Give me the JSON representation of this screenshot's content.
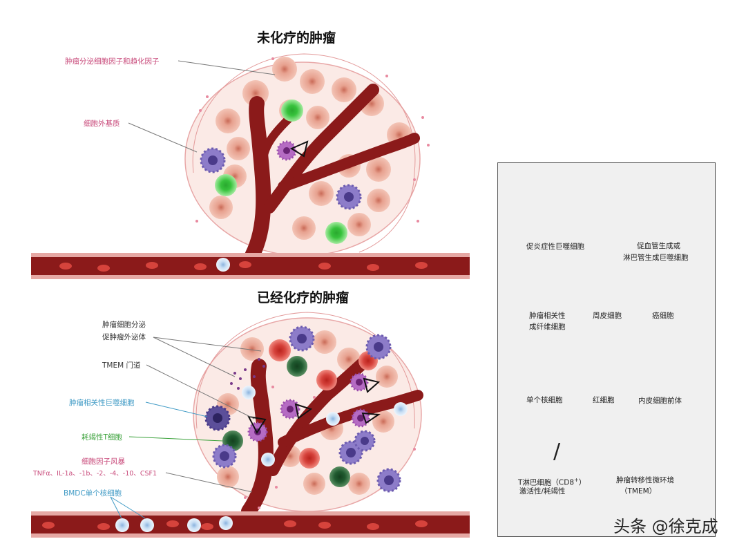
{
  "top": {
    "title": "未化疗的肿瘤",
    "labels": {
      "secreted_factors": "肿瘤分泌细胞因子和趋化因子",
      "ecm": "细胞外基质"
    }
  },
  "bottom": {
    "title": "已经化疗的肿瘤",
    "labels": {
      "exosome_line1": "肿瘤细胞分泌",
      "exosome_line2": "促肿瘤外泌体",
      "tmem": "TMEM 门道",
      "tam": "肿瘤相关性巨噬细胞",
      "exhausted_t": "耗竭性T细胞",
      "cytokine_storm": "细胞因子风暴",
      "cytokine_list": "TNFα、IL-1a、-1b、-2、-4、-10、CSF1",
      "bmdc": "BMDC单个核细胞"
    }
  },
  "legend": {
    "m1_macrophage": "促炎症性巨噬细胞",
    "m2_line1": "促血管生成或",
    "m2_line2": "淋巴管生成巨噬细胞",
    "caf_line1": "肿瘤相关性",
    "caf_line2": "成纤维细胞",
    "pericyte": "周皮细胞",
    "cancer_cell": "癌细胞",
    "monocyte": "单个核细胞",
    "rbc": "红细胞",
    "endothelial_precursor": "内皮细胞前体",
    "t_cell_line1": "T淋巴细胞（CD8",
    "t_cell_sup": "+",
    "t_cell_line1_end": "）",
    "t_cell_line2": "激活性/耗竭性",
    "tmem_line1": "肿瘤转移性微环境",
    "tmem_line2": "（TMEM）",
    "slash": "/"
  },
  "watermark": "头条 @徐克成",
  "colors": {
    "vessel": "#8b1a1a",
    "vessel_light": "#d9675f",
    "cancer": "#e9a08f",
    "macrophage_m1": "#8d7cc9",
    "macrophage_m2": "#b56bc3",
    "t_active": "#37c23c",
    "t_exhausted": "#1f5a2f",
    "rbc": "#d6433c",
    "monocyte": "#bcd6ef",
    "pink_label": "#c8497a",
    "blue_label": "#3f9ac5",
    "green_label": "#3aa13a"
  }
}
